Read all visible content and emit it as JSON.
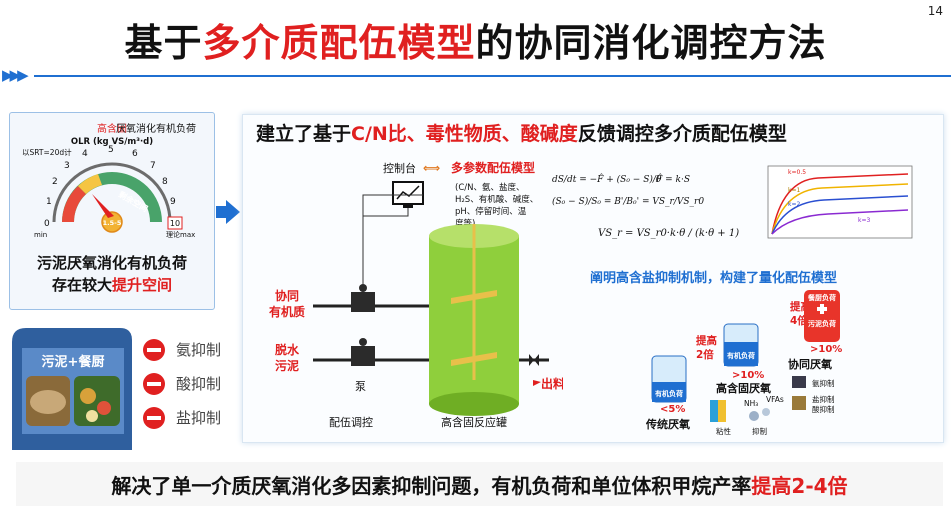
{
  "page_number": "14",
  "title": {
    "pre": "基于",
    "highlight": "多介质配伍模型",
    "post": "的协同消化调控方法"
  },
  "gauge": {
    "title_red": "高含固",
    "title_rest": "厌氧消化有机负荷",
    "unit": "OLR (kg VS/m³·d)",
    "srt_note": "以SRT=20d计",
    "ticks": [
      "0",
      "1",
      "2",
      "3",
      "4",
      "5",
      "6",
      "7",
      "8",
      "9",
      "10"
    ],
    "min_label": "min",
    "max_label": "理论max",
    "needle_label": "剩余空间",
    "current_range": "1.5-5"
  },
  "left_caption": {
    "line1": "污泥厌氧消化有机负荷",
    "line2_pre": "存在较大",
    "line2_red": "提升空间"
  },
  "substrate_label": "污泥+餐厨",
  "inhibitions": [
    "氨抑制",
    "酸抑制",
    "盐抑制"
  ],
  "subtitle": {
    "pre": "建立了基于",
    "red": "C/N比、毒性物质、酸碱度",
    "post": "反馈调控多介质配伍模型"
  },
  "process": {
    "console": "控制台",
    "model_title": "多参数配伍模型",
    "model_params": [
      "(C/N、氨、盐度、",
      "H₂S、有机酸、碱度、",
      "pH、停留时间、温",
      "度等)"
    ],
    "inflow1": [
      "协同",
      "有机质"
    ],
    "inflow2": [
      "脱水",
      "污泥"
    ],
    "pump": "泵",
    "reactor": "高含固反应罐",
    "outlet": "出料",
    "blending": "配伍调控"
  },
  "equations": {
    "eq1": "dS/dt = −F̂ + (S₀ − S)/θ",
    "eq2": "F̂ = k·S",
    "eq3": "(S₀ − S)/S₀ = B'/B₀' = VS_r/VS_r0",
    "eq4": "VS_r = VS_r0·k·θ / (k·θ + 1)"
  },
  "mechanism": "阐明高含盐抑制机制，构建了量化配伍模型",
  "stages": {
    "traditional": {
      "tank": "有机负荷",
      "pct": "<5%",
      "label": "传统厌氧"
    },
    "high_solid": {
      "increase": [
        "提高",
        "2倍"
      ],
      "tank": "有机负荷",
      "pct": ">10%",
      "label": "高含固厌氧"
    },
    "co_digest": {
      "increase": [
        "提高",
        "4倍"
      ],
      "tank": [
        "餐厨负荷",
        "污泥负荷"
      ],
      "pct": ">10%",
      "label": "协同厌氧"
    }
  },
  "factor_icons": {
    "viscosity": "粘性",
    "inhibition": "抑制",
    "nh3": "NH₃",
    "vfas": "VFAs"
  },
  "co_notes": {
    "ammonia": "氨抑制",
    "salt_acid": [
      "盐抑制",
      "酸抑制"
    ]
  },
  "chart_legend": [
    "k=0.5",
    "k=1",
    "k=2",
    "k=3"
  ],
  "bottom": {
    "pre": "解决了单一介质厌氧消化多因素抑制问题，有机负荷和单位体积甲烷产率",
    "red": "提高2-4倍"
  },
  "colors": {
    "accent": "#1f6fd1",
    "highlight": "#e02020",
    "reactor": "#8fcf3c"
  }
}
